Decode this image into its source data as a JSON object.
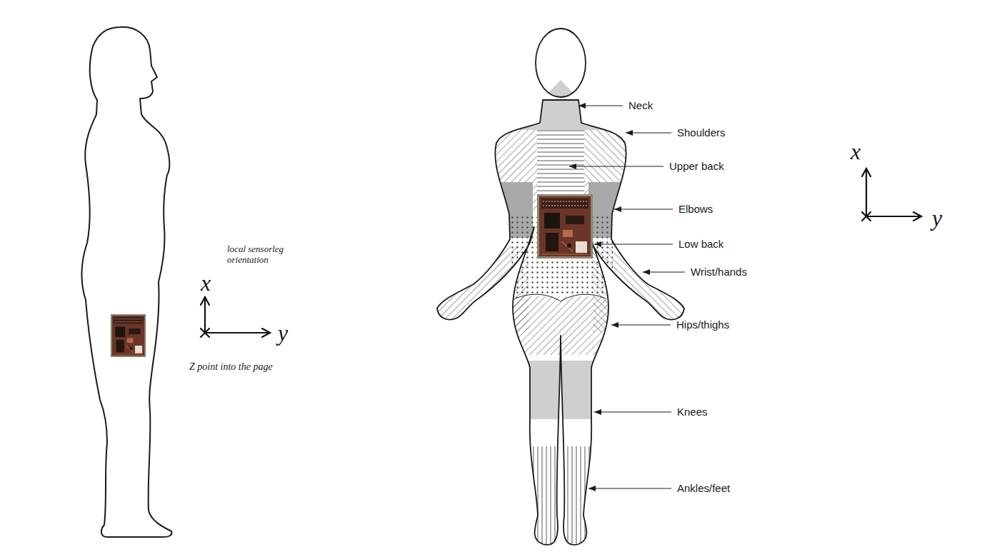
{
  "diagram": {
    "labels": [
      "local sensorleg orientation",
      "x",
      "y",
      "Z point into the page",
      "Neck",
      "Shoulders",
      "Upper back",
      "Elbows",
      "Low back",
      "Wrist/hands",
      "Hips/thighs",
      "Knees",
      "Ankles/feet",
      "x",
      "y"
    ]
  }
}
